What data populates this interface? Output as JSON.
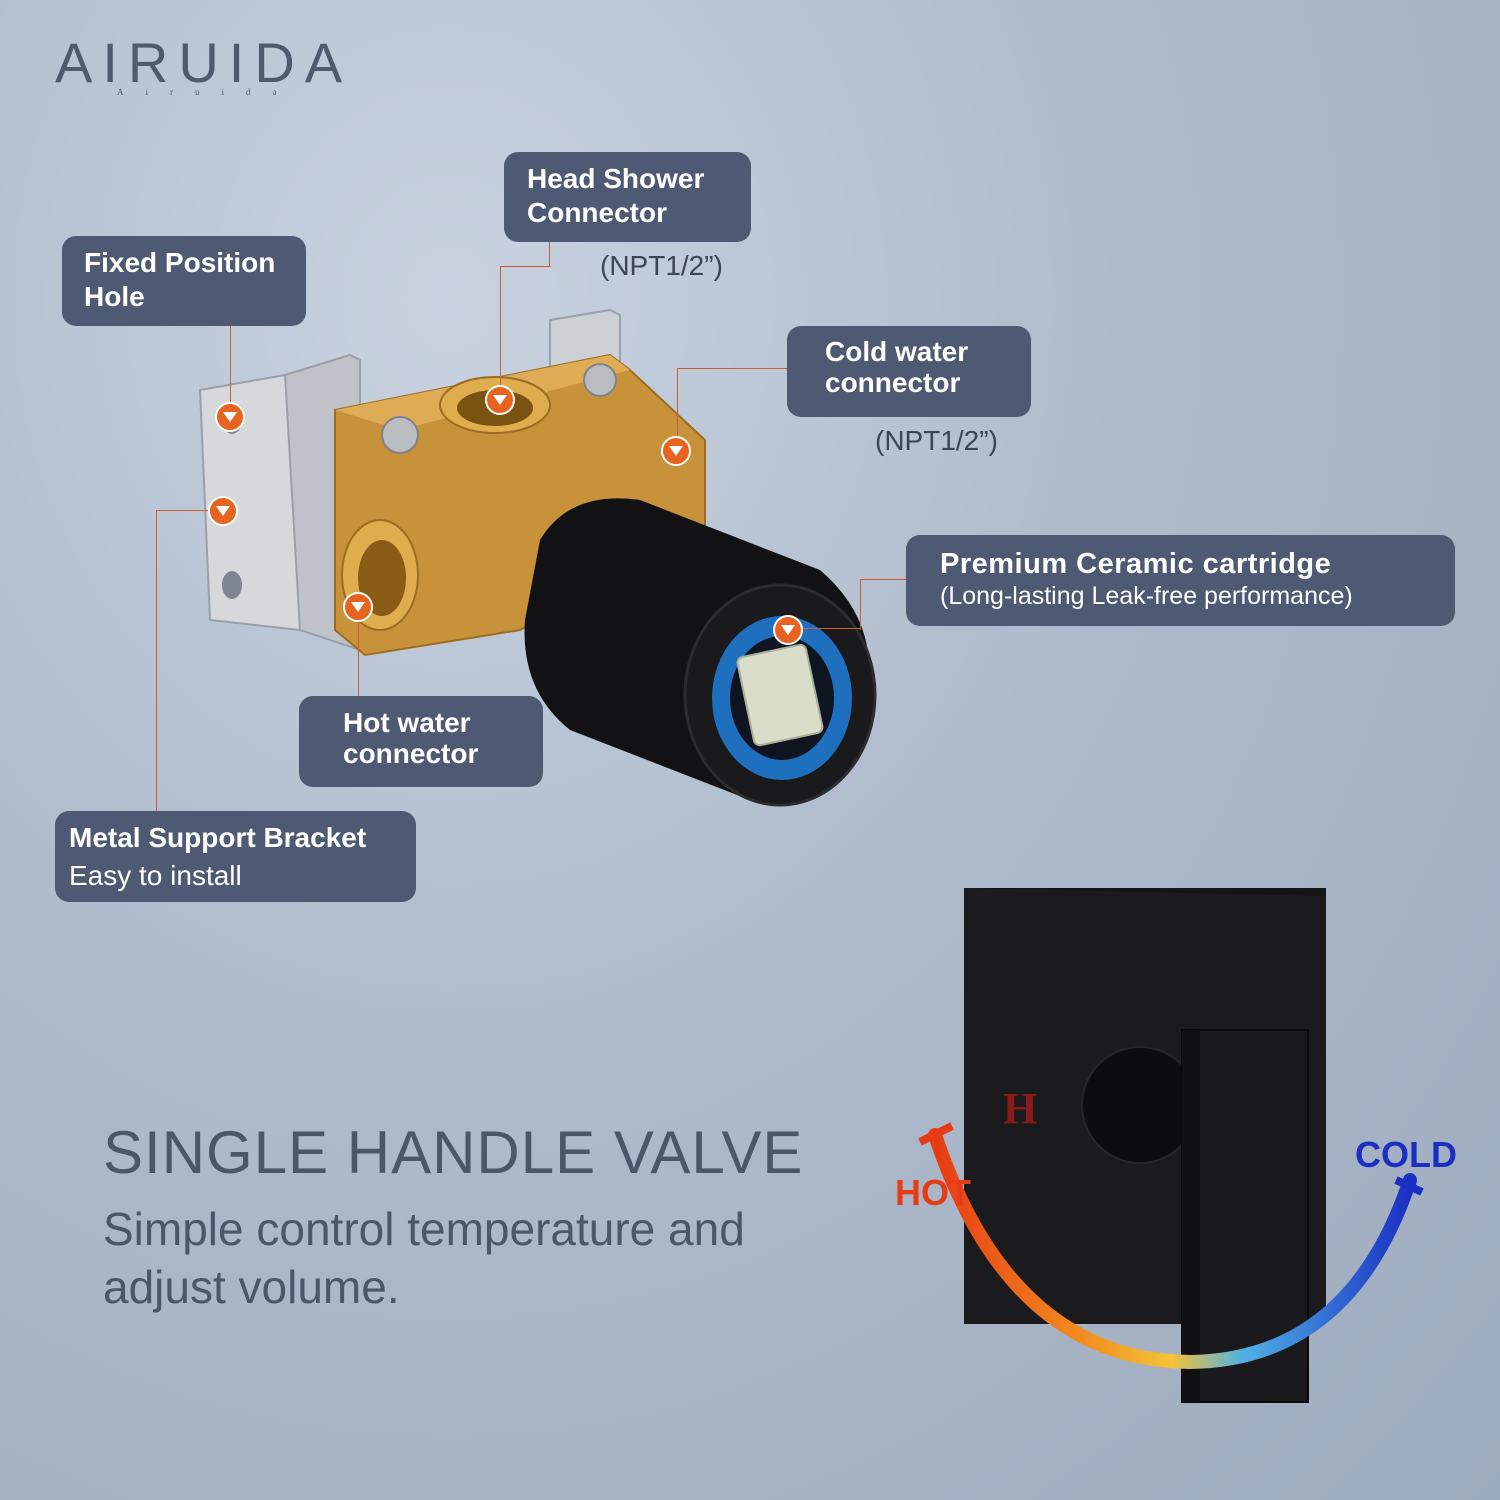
{
  "brand": {
    "name": "AIRUIDA",
    "sub": "Airuida"
  },
  "labels": {
    "head_shower": {
      "title": "Head Shower Connector",
      "line1": "Head Shower",
      "line2": "Connector",
      "spec": "(NPT1/2”)"
    },
    "fixed_hole": {
      "line1": "Fixed Position",
      "line2": "Hole"
    },
    "cold_water": {
      "line1": "Cold water",
      "line2": "connector",
      "spec": "(NPT1/2”)"
    },
    "cartridge": {
      "title": "Premium Ceramic cartridge",
      "sub": "(Long-lasting Leak-free performance)"
    },
    "hot_water": {
      "line1": "Hot water",
      "line2": "connector"
    },
    "bracket": {
      "title": "Metal Support Bracket",
      "sub": "Easy to install"
    }
  },
  "headline": "SINGLE HANDLE VALVE",
  "subline": {
    "line1": "Simple control temperature and",
    "line2": "adjust volume."
  },
  "handle": {
    "hot": "HOT",
    "cold": "COLD",
    "h_mark": "H"
  },
  "colors": {
    "label_bg": "#4e5a73",
    "marker": "#e8631f",
    "hot": "#e63b14",
    "cold": "#1b2fc2",
    "brass": "#c8923a"
  }
}
